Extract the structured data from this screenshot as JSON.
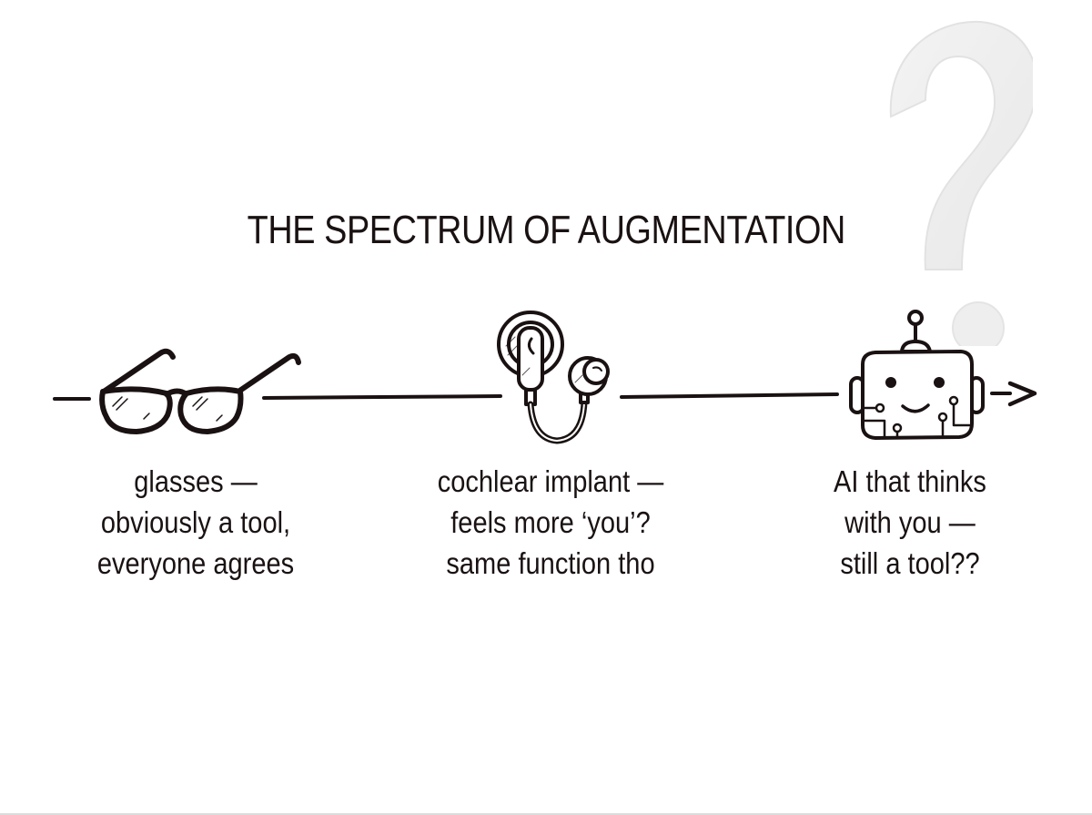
{
  "title": "THE SPECTRUM OF AUGMENTATION",
  "colors": {
    "ink": "#1a1212",
    "background": "#ffffff",
    "question_mark": "#ededed"
  },
  "decoration": {
    "background_icon": "question-mark"
  },
  "spectrum": {
    "direction": "left-to-right",
    "end_marker": "arrow-right",
    "stops": [
      {
        "icon": "glasses-icon",
        "caption_lines": [
          "glasses —",
          "obviously a tool,",
          "everyone agrees"
        ]
      },
      {
        "icon": "cochlear-implant-icon",
        "caption_lines": [
          "cochlear implant —",
          "feels more ‘you’?",
          "same function tho"
        ]
      },
      {
        "icon": "robot-head-icon",
        "caption_lines": [
          "AI that thinks",
          "with you —",
          "still a tool??"
        ]
      }
    ]
  }
}
